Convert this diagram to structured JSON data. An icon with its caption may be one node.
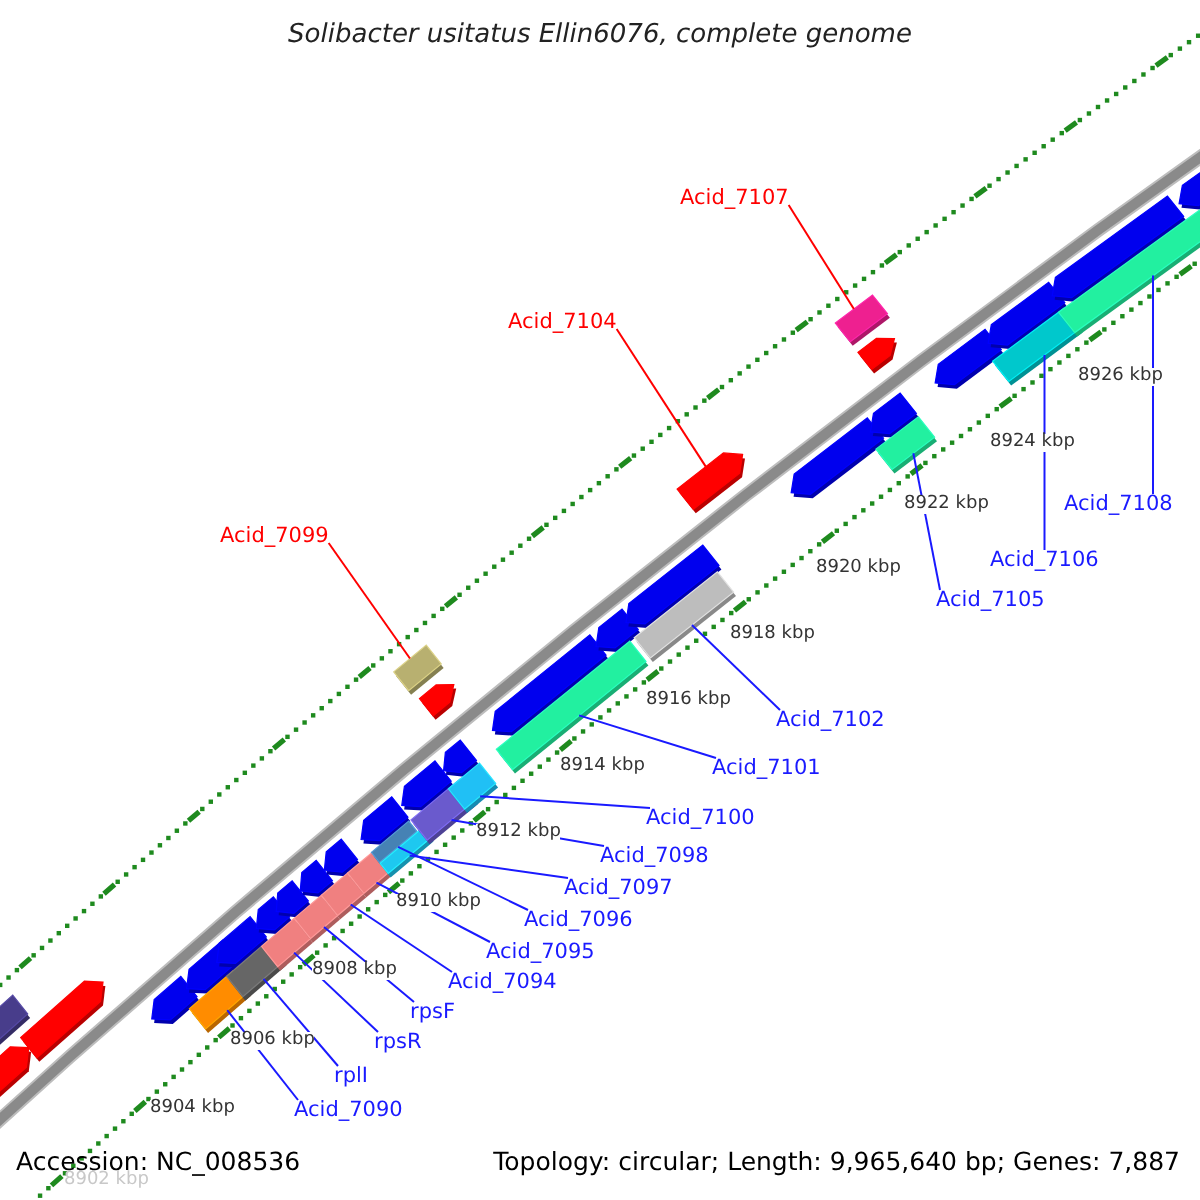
{
  "diagram": {
    "title": "Solibacter usitatus Ellin6076, complete genome",
    "nodes": [
      {
        "text": [
          "Acid_7099"
        ]
      },
      {
        "text": [
          "Acid_7104"
        ]
      },
      {
        "text": [
          "Acid_7107"
        ]
      },
      {
        "text": [
          "Acid_7090"
        ]
      },
      {
        "text": [
          "rplI"
        ]
      },
      {
        "text": [
          "rpsR"
        ]
      },
      {
        "text": [
          "rpsF"
        ]
      },
      {
        "text": [
          "Acid_7094"
        ]
      },
      {
        "text": [
          "Acid_7095"
        ]
      },
      {
        "text": [
          "Acid_7096"
        ]
      },
      {
        "text": [
          "Acid_7097"
        ]
      },
      {
        "text": [
          "Acid_7098"
        ]
      },
      {
        "text": [
          "Acid_7100"
        ]
      },
      {
        "text": [
          "Acid_7101"
        ]
      },
      {
        "text": [
          "Acid_7102"
        ]
      },
      {
        "text": [
          "Acid_7105"
        ]
      },
      {
        "text": [
          "Acid_7106"
        ]
      },
      {
        "text": [
          "Acid_7108"
        ]
      },
      {
        "text": [],
        "shape": "arrow"
      },
      {
        "text": [],
        "shape": "arrow"
      },
      {
        "text": [],
        "shape": "arrow"
      },
      {
        "text": [],
        "shape": "arrow"
      },
      {
        "text": [],
        "shape": "arrow"
      },
      {
        "text": [],
        "shape": "arrow"
      },
      {
        "text": [],
        "shape": "arrow"
      },
      {
        "text": [],
        "shape": "arrow"
      },
      {
        "text": [],
        "shape": "arrow"
      },
      {
        "text": [],
        "shape": "arrow"
      },
      {
        "text": [],
        "shape": "arrow"
      },
      {
        "text": [],
        "shape": "arrow"
      },
      {
        "text": [],
        "shape": "arrow"
      },
      {
        "text": [],
        "shape": "arrow"
      },
      {
        "text": [],
        "shape": "arrow"
      },
      {
        "text": [],
        "shape": "arrow"
      },
      {
        "text": [],
        "shape": "arrow"
      },
      {
        "text": [],
        "shape": "arrow"
      },
      {
        "text": [],
        "shape": "arrow"
      },
      {
        "text": [],
        "shape": "bar"
      },
      {
        "text": [],
        "shape": "bar"
      },
      {
        "text": [],
        "shape": "bar"
      },
      {
        "text": [],
        "shape": "bar"
      },
      {
        "text": [],
        "shape": "bar"
      },
      {
        "text": [],
        "shape": "bar"
      },
      {
        "text": [],
        "shape": "bar"
      },
      {
        "text": [],
        "shape": "bar"
      },
      {
        "text": [],
        "shape": "bar"
      },
      {
        "text": [],
        "shape": "bar"
      },
      {
        "text": [],
        "shape": "bar"
      },
      {
        "text": [],
        "shape": "bar"
      },
      {
        "text": [],
        "shape": "bar"
      },
      {
        "text": [],
        "shape": "bar"
      },
      {
        "text": [],
        "shape": "bar"
      },
      {
        "text": [],
        "shape": "arrow"
      },
      {
        "text": [],
        "shape": "arrow"
      },
      {
        "text": [],
        "shape": "arrow"
      },
      {
        "text": [],
        "shape": "arrow"
      },
      {
        "text": [],
        "shape": "arrow"
      },
      {
        "text": [],
        "shape": "bar"
      },
      {
        "text": [],
        "shape": "bar"
      },
      {
        "text": [],
        "shape": "bar"
      }
    ],
    "edges": [
      {
        "from": 0,
        "to": 57,
        "arrow": "none",
        "color": "#ff0000"
      },
      {
        "from": 1,
        "to": 54,
        "arrow": "none",
        "color": "#ff0000"
      },
      {
        "from": 2,
        "to": 58,
        "arrow": "none",
        "color": "#ff0000"
      },
      {
        "from": 3,
        "to": 37,
        "arrow": "none"
      },
      {
        "from": 4,
        "to": 38,
        "arrow": "none"
      },
      {
        "from": 5,
        "to": 39,
        "arrow": "none"
      },
      {
        "from": 6,
        "to": 40,
        "arrow": "none"
      },
      {
        "from": 7,
        "to": 41,
        "arrow": "none"
      },
      {
        "from": 8,
        "to": 42,
        "arrow": "none"
      },
      {
        "from": 9,
        "to": 43,
        "arrow": "none"
      },
      {
        "from": 10,
        "to": 44,
        "arrow": "none"
      },
      {
        "from": 11,
        "to": 45,
        "arrow": "none"
      },
      {
        "from": 12,
        "to": 46,
        "arrow": "none"
      },
      {
        "from": 13,
        "to": 47,
        "arrow": "none"
      },
      {
        "from": 14,
        "to": 48,
        "arrow": "none"
      },
      {
        "from": 15,
        "to": 49,
        "arrow": "none"
      },
      {
        "from": 16,
        "to": 50,
        "arrow": "none"
      },
      {
        "from": 17,
        "to": 51,
        "arrow": "none"
      }
    ],
    "labels": [
      "8926 kbp",
      "8924 kbp",
      "8922 kbp",
      "8920 kbp",
      "8918 kbp",
      "8916 kbp",
      "8914 kbp",
      "8912 kbp",
      "8910 kbp",
      "8908 kbp",
      "8906 kbp",
      "8904 kbp",
      "Accession: NC_008536",
      "Topology: circular; Length: 9,965,640 bp; Genes: 7,887",
      "8902 kbp"
    ]
  }
}
